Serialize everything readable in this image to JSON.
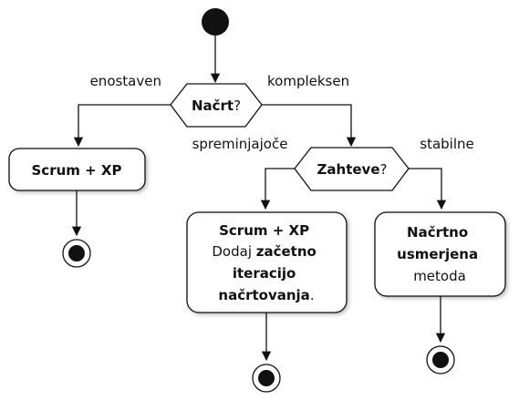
{
  "diagram": {
    "decision1": {
      "bold": "Načrt",
      "suffix": "?"
    },
    "branch1_left": "enostaven",
    "branch1_right": "kompleksen",
    "decision2": {
      "bold": "Zahteve",
      "suffix": "?"
    },
    "branch2_left": "spreminjajoče",
    "branch2_right": "stabilne",
    "activity_left": "Scrum + XP",
    "activity_middle": {
      "line1": "Scrum + XP",
      "line2_normal": "Dodaj ",
      "line2_bold": "začetno",
      "line3": "iteracijo",
      "line4_bold": "načrtovanja",
      "line4_suffix": "."
    },
    "activity_right": {
      "line1": "Načrtno",
      "line2": "usmerjena",
      "line3": "metoda"
    }
  }
}
